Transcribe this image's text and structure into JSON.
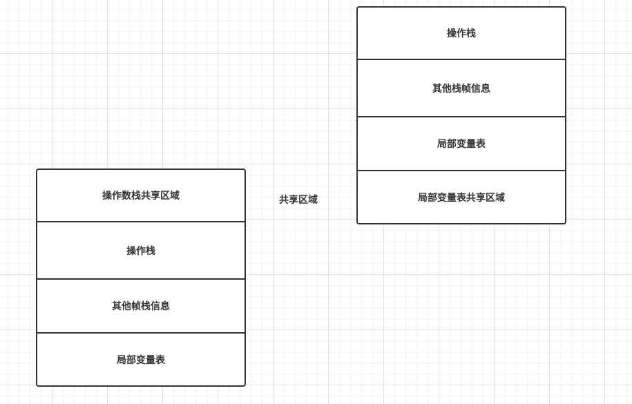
{
  "left_stack": {
    "cells": [
      "操作数栈共享区域",
      "操作栈",
      "其他帧栈信息",
      "局部变量表"
    ]
  },
  "right_stack": {
    "cells": [
      "操作栈",
      "其他栈帧信息",
      "局部变量表",
      "局部变量表共享区域"
    ]
  },
  "shared_label": "共享区域"
}
